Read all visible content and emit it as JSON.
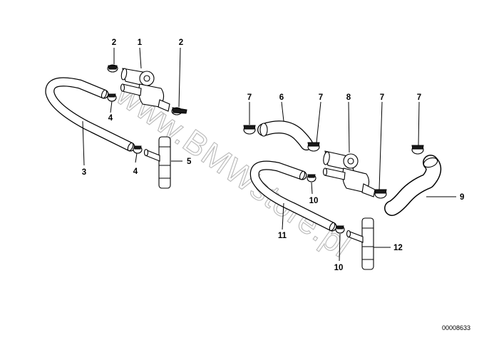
{
  "watermark": "www.BMWstore.pl",
  "diagram_code": "00008633",
  "callouts": {
    "n1": "1",
    "n2": "2",
    "n3": "3",
    "n4": "4",
    "n5": "5",
    "n6": "6",
    "n7": "7",
    "n8": "8",
    "n9": "9",
    "n10": "10",
    "n11": "11",
    "n12": "12"
  }
}
